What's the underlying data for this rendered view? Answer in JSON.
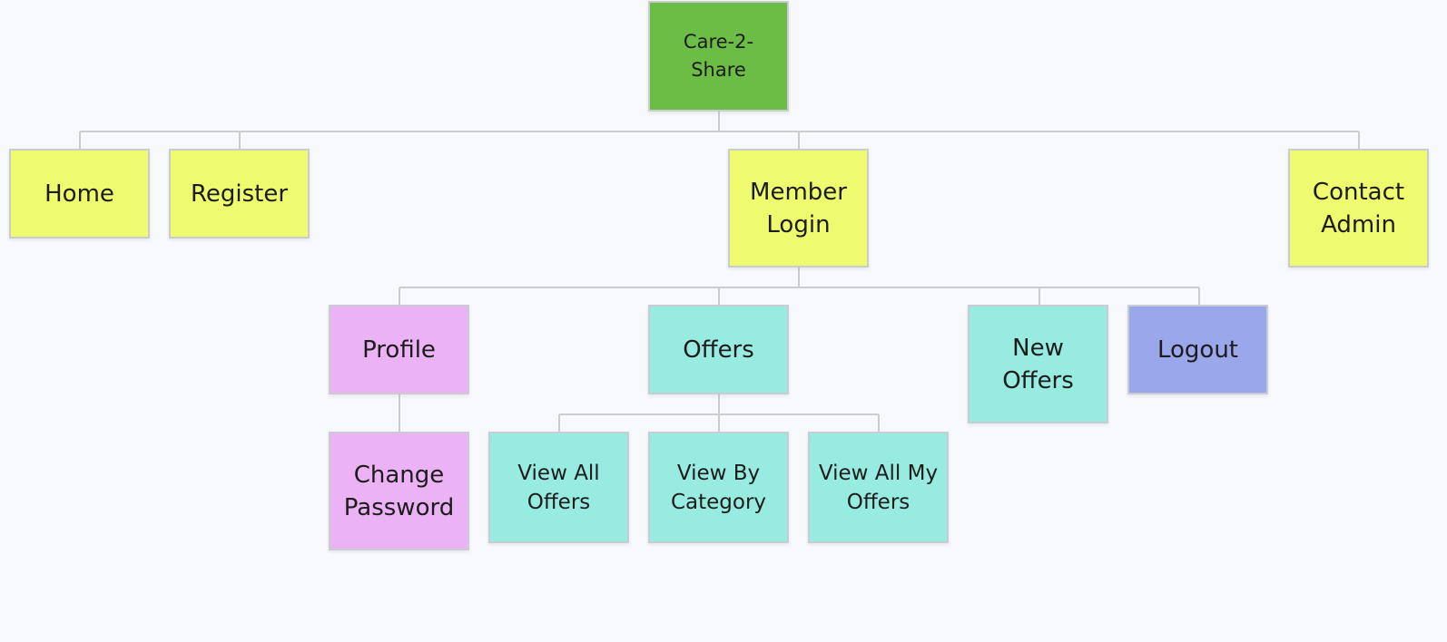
{
  "diagram": {
    "root": {
      "label": "Care-2-\nShare",
      "color": "#6cbd45"
    },
    "level1": {
      "home": {
        "label": "Home",
        "color": "#eefb6f"
      },
      "register": {
        "label": "Register",
        "color": "#eefb6f"
      },
      "member_login": {
        "label": "Member\nLogin",
        "color": "#eefb6f"
      },
      "contact_admin": {
        "label": "Contact\nAdmin",
        "color": "#eefb6f"
      }
    },
    "level2": {
      "profile": {
        "label": "Profile",
        "color": "#ebb3f5"
      },
      "offers": {
        "label": "Offers",
        "color": "#97ebe0"
      },
      "new_offers": {
        "label": "New\nOffers",
        "color": "#97ebe0"
      },
      "logout": {
        "label": "Logout",
        "color": "#9aa7ea"
      }
    },
    "level3": {
      "change_password": {
        "label": "Change\nPassword",
        "color": "#ebb3f5"
      },
      "view_all_offers": {
        "label": "View All\nOffers",
        "color": "#97ebe0"
      },
      "view_by_category": {
        "label": "View By\nCategory",
        "color": "#97ebe0"
      },
      "view_all_my_offers": {
        "label": "View All My\nOffers",
        "color": "#97ebe0"
      }
    },
    "connector_color": "#c9ccd0"
  }
}
